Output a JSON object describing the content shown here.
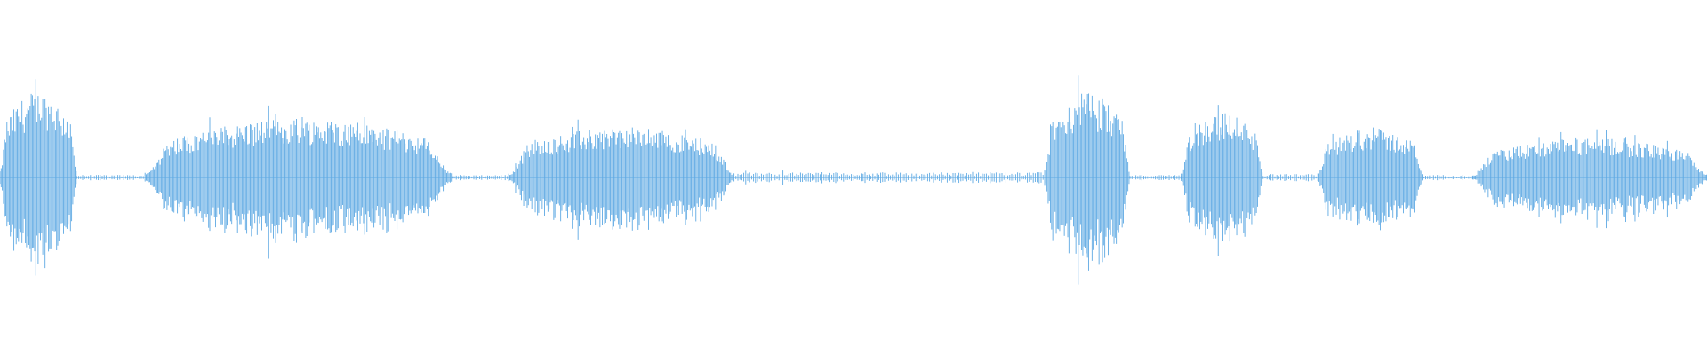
{
  "waveform": {
    "color": "#5ea9e3",
    "background": "#ffffff",
    "segments": [
      {
        "start": 0.0,
        "end": 0.045,
        "peak": 1.0,
        "kind": "speech"
      },
      {
        "start": 0.045,
        "end": 0.085,
        "peak": 0.03,
        "kind": "silence"
      },
      {
        "start": 0.085,
        "end": 0.265,
        "peak": 0.68,
        "kind": "speech"
      },
      {
        "start": 0.265,
        "end": 0.298,
        "peak": 0.03,
        "kind": "silence"
      },
      {
        "start": 0.298,
        "end": 0.43,
        "peak": 0.58,
        "kind": "speech"
      },
      {
        "start": 0.43,
        "end": 0.612,
        "peak": 0.06,
        "kind": "noise"
      },
      {
        "start": 0.612,
        "end": 0.662,
        "peak": 0.98,
        "kind": "speech"
      },
      {
        "start": 0.662,
        "end": 0.692,
        "peak": 0.03,
        "kind": "silence"
      },
      {
        "start": 0.692,
        "end": 0.74,
        "peak": 0.75,
        "kind": "speech"
      },
      {
        "start": 0.74,
        "end": 0.772,
        "peak": 0.04,
        "kind": "silence"
      },
      {
        "start": 0.772,
        "end": 0.834,
        "peak": 0.57,
        "kind": "speech"
      },
      {
        "start": 0.834,
        "end": 0.863,
        "peak": 0.03,
        "kind": "silence"
      },
      {
        "start": 0.863,
        "end": 1.0,
        "peak": 0.45,
        "kind": "speech"
      }
    ]
  }
}
